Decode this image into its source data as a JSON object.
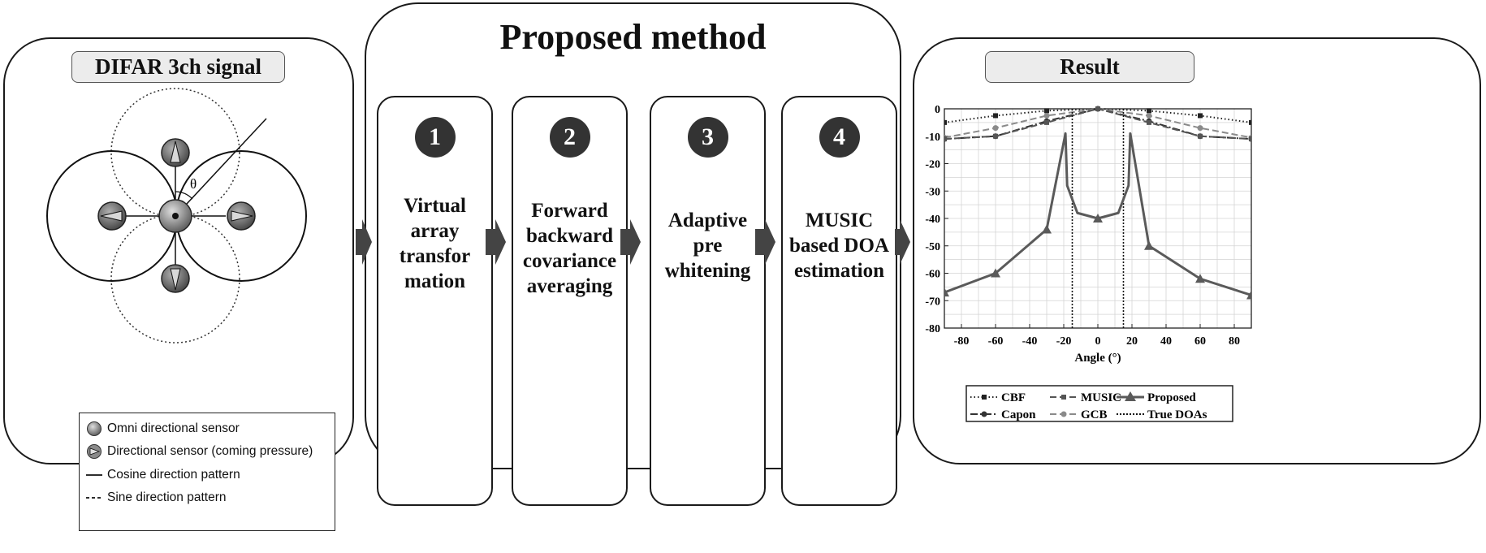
{
  "left_panel": {
    "title": "DIFAR 3ch signal",
    "theta_label": "θ",
    "legend": [
      {
        "label": "Omni directional sensor",
        "icon": "omni-sensor-icon"
      },
      {
        "label": "Directional sensor (coming pressure)",
        "icon": "directional-sensor-icon"
      },
      {
        "label": "Cosine direction pattern",
        "icon": "solid-line-icon"
      },
      {
        "label": "Sine direction pattern",
        "icon": "dashed-line-icon"
      }
    ]
  },
  "center_panel": {
    "title": "Proposed method",
    "steps": [
      {
        "number": "1",
        "text": "Virtual\narray\ntransfor\nmation"
      },
      {
        "number": "2",
        "text": "Forward\nbackward\ncovariance\naveraging"
      },
      {
        "number": "3",
        "text": "Adaptive\npre\nwhitening"
      },
      {
        "number": "4",
        "text": "MUSIC\nbased DOA\nestimation"
      }
    ]
  },
  "right_panel": {
    "title": "Result"
  },
  "chart_data": {
    "type": "line",
    "xlabel": "Angle (°)",
    "xlim": [
      -90,
      90
    ],
    "ylim": [
      -80,
      0
    ],
    "xticks": [
      -80,
      -60,
      -40,
      -20,
      0,
      20,
      40,
      60,
      80
    ],
    "yticks": [
      0,
      -10,
      -20,
      -30,
      -40,
      -50,
      -60,
      -70,
      -80
    ],
    "grid": true,
    "legend_position": "bottom",
    "series": [
      {
        "name": "CBF",
        "style": "dotted",
        "marker": "square",
        "color": "#222222",
        "x": [
          -90,
          -60,
          -30,
          0,
          30,
          60,
          90
        ],
        "y": [
          -5,
          -2.5,
          -0.7,
          0,
          -0.7,
          -2.5,
          -5
        ]
      },
      {
        "name": "MUSIC",
        "style": "dashed",
        "marker": "square",
        "color": "#555555",
        "x": [
          -90,
          -60,
          -30,
          0,
          30,
          60,
          90
        ],
        "y": [
          -11,
          -10,
          -5,
          0,
          -5,
          -10,
          -11
        ]
      },
      {
        "name": "Proposed",
        "style": "solid-thick",
        "marker": "triangle",
        "color": "#5a5a5a",
        "x": [
          -90,
          -60,
          -30,
          -19,
          -18,
          -12,
          0,
          12,
          18,
          19,
          30,
          60,
          90
        ],
        "y": [
          -67,
          -60,
          -44,
          -9,
          -28,
          -38,
          -40,
          -38,
          -28,
          -9,
          -50,
          -62,
          -68
        ]
      },
      {
        "name": "Capon",
        "style": "dash-dot",
        "marker": "circle",
        "color": "#333333",
        "x": [
          -90,
          -60,
          -30,
          0,
          30,
          60,
          90
        ],
        "y": [
          -11,
          -10,
          -4.5,
          0,
          -4.5,
          -10,
          -11
        ]
      },
      {
        "name": "GCB",
        "style": "dashed",
        "marker": "circle",
        "color": "#8a8a8a",
        "x": [
          -90,
          -60,
          -30,
          0,
          30,
          60,
          90
        ],
        "y": [
          -10.5,
          -7,
          -2.5,
          0,
          -2.5,
          -7,
          -10.5
        ]
      },
      {
        "name": "True DOAs",
        "style": "dotted-vertical",
        "color": "#111111",
        "x": [
          -15,
          15
        ]
      }
    ]
  }
}
